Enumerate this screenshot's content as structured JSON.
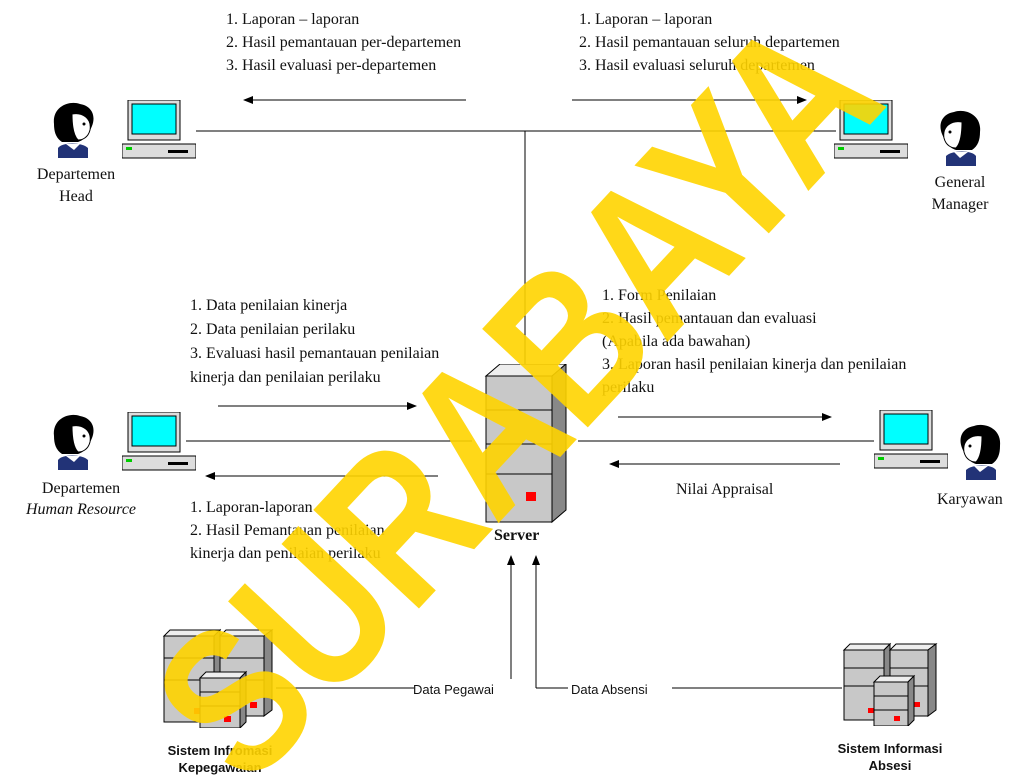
{
  "actors": {
    "dept_head": {
      "line1": "Departemen",
      "line2": "Head"
    },
    "general_manager": {
      "line1": "General",
      "line2": "Manager"
    },
    "dept_hr": {
      "line1": "Departemen",
      "line2": "Human Resource"
    },
    "karyawan": {
      "label": "Karyawan"
    },
    "server": {
      "label": "Server"
    }
  },
  "flows": {
    "to_dept_head": [
      "1. Laporan – laporan",
      "2. Hasil pemantauan per-departemen",
      "3. Hasil evaluasi per-departemen"
    ],
    "to_gm": [
      "1. Laporan – laporan",
      "2. Hasil pemantauan seluruh departemen",
      "3. Hasil evaluasi seluruh departemen"
    ],
    "hr_to_server": [
      "1. Data penilaian kinerja",
      "2. Data penilaian perilaku",
      "3. Evaluasi hasil pemantauan penilaian",
      "kinerja dan penilaian perilaku"
    ],
    "server_to_hr": [
      "1. Laporan-laporan",
      "2. Hasil Pemantauan penilaian",
      "kinerja dan penilaian perilaku"
    ],
    "server_to_karyawan": [
      "1. Form Penilaian",
      "2. Hasil pemantauan dan evaluasi",
      "(Apabila ada bawahan)",
      "3. Laporan hasil penilaian kinerja dan penilaian",
      "perilaku"
    ],
    "karyawan_to_server": "Nilai Appraisal",
    "data_pegawai": "Data Pegawai",
    "data_absensi": "Data Absensi"
  },
  "systems": {
    "kepegawaian": {
      "line1": "Sistem Infromasi",
      "line2": "Kepegawaian"
    },
    "absensi": {
      "line1": "Sistem Informasi",
      "line2": "Absesi"
    }
  },
  "colors": {
    "screen": "#00ffff",
    "led": "#00cc00",
    "server_light": "#ff0000",
    "hair": "#000000",
    "collar": "#3355aa",
    "watermark": "#ffd400"
  }
}
